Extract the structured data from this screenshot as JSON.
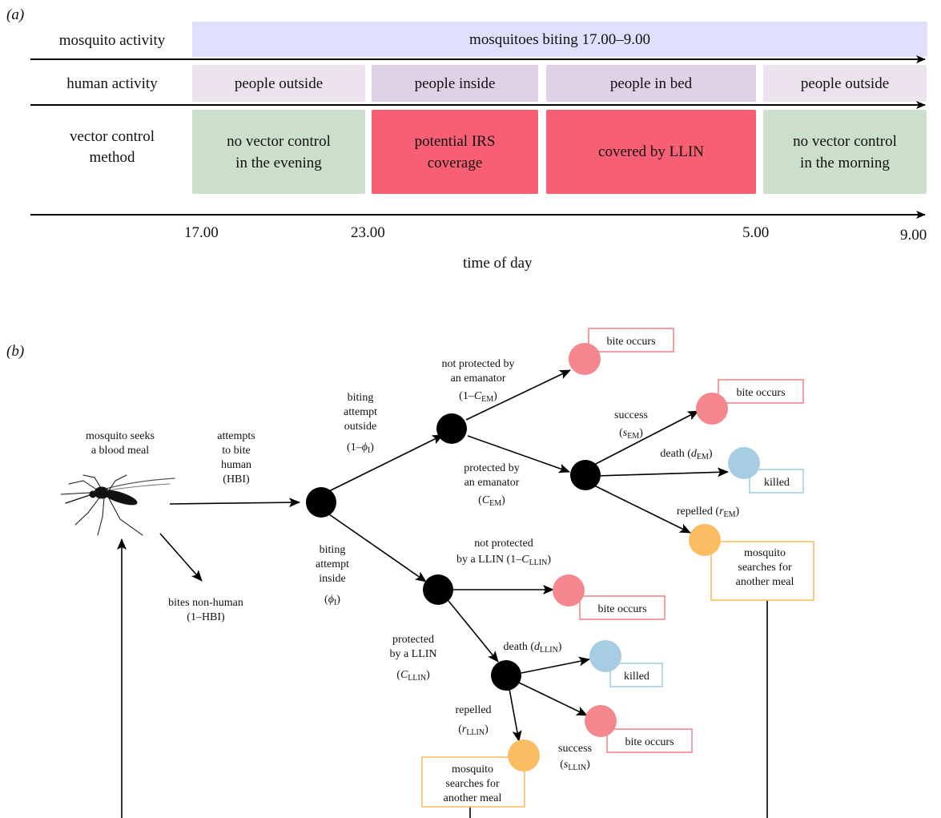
{
  "panel_a": {
    "label": "(a)",
    "rows": {
      "mosquito": "mosquito activity",
      "human": "human activity",
      "vector_line1": "vector control",
      "vector_line2": "method"
    },
    "mosquito_bar": "mosquitoes biting 17.00–9.00",
    "human_boxes": [
      "people outside",
      "people inside",
      "people in bed",
      "people outside"
    ],
    "vector_boxes": {
      "evening_l1": "no vector control",
      "evening_l2": "in the evening",
      "irs_l1": "potential IRS",
      "irs_l2": "coverage",
      "llin": "covered by LLIN",
      "morning_l1": "no vector control",
      "morning_l2": "in the morning"
    },
    "times": [
      "17.00",
      "23.00",
      "5.00",
      "9.00"
    ],
    "axis_label": "time of day",
    "colors": {
      "mosquito_bar": "#dfe0fb",
      "outside": "#ece3ef",
      "inside": "#e0d1e6",
      "none": "#ccdfca",
      "protected": "#f76074"
    }
  },
  "panel_b": {
    "label": "(b)",
    "mosquito_l1": "mosquito seeks",
    "mosquito_l2": "a blood meal",
    "attempt_l1": "attempts",
    "attempt_l2": "to bite",
    "attempt_l3": "human",
    "attempt_l4": "(HBI)",
    "nonhuman_l1": "bites non-human",
    "nonhuman_l2": "(1–HBI)",
    "outside_l1": "biting",
    "outside_l2": "attempt",
    "outside_l3": "outside",
    "outside_l4": "(1–",
    "outside_phi": "ϕ",
    "outside_sub": "I",
    "inside_l1": "biting",
    "inside_l2": "attempt",
    "inside_l3": "inside",
    "inside_phi": "ϕ",
    "inside_sub": "I",
    "not_em_l1": "not protected by",
    "not_em_l2": "an emanator",
    "not_em_l3": "(1–",
    "not_em_c": "C",
    "em_sub": "EM",
    "em_l1": "protected by",
    "em_l2": "an emanator",
    "em_c": "C",
    "success": "success",
    "s": "s",
    "death": "death (",
    "d": "d",
    "repelled": "repelled (",
    "r": "r",
    "not_llin_l1": "not protected",
    "not_llin_l2": "by a LLIN (1–",
    "llin_sub": "LLIN",
    "llin_l1": "protected",
    "llin_l2": "by a LLIN",
    "repelled_plain": "repelled",
    "bite_occurs": "bite occurs",
    "killed": "killed",
    "search_l1": "mosquito",
    "search_l2": "searches for",
    "search_l3": "another meal",
    "colors": {
      "node": "#000000",
      "bite": "#f5878e",
      "killed": "#a6cde2",
      "search": "#fbbd62",
      "bite_border": "#f5878e",
      "killed_border": "#a6cde2",
      "search_border": "#fbbd62"
    }
  }
}
